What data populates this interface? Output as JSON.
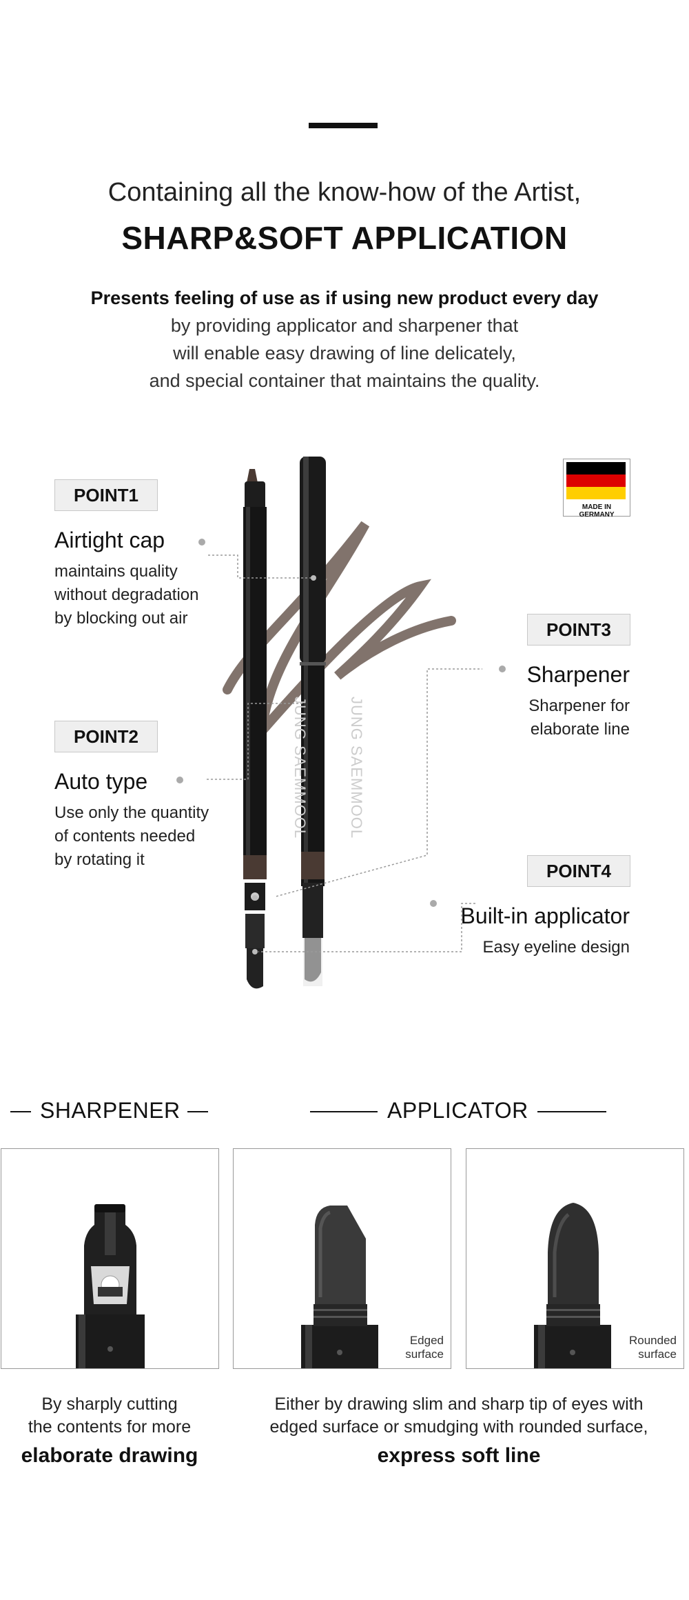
{
  "headline": {
    "line1": "Containing all the know-how of the Artist,",
    "line2": "SHARP&SOFT APPLICATION"
  },
  "intro": {
    "bold": "Presents feeling of use as if using new product every day",
    "lines": [
      "by providing applicator and sharpener that",
      "will enable easy drawing of line delicately,",
      "and special container that maintains the quality."
    ]
  },
  "points": [
    {
      "label": "POINT1",
      "title": "Airtight cap",
      "desc": [
        "maintains quality",
        "without degradation",
        "by blocking out air"
      ]
    },
    {
      "label": "POINT2",
      "title": "Auto type",
      "desc": [
        "Use only the quantity",
        "of contents needed",
        "by rotating it"
      ]
    },
    {
      "label": "POINT3",
      "title": "Sharpener",
      "desc": [
        "Sharpener for",
        "elaborate line"
      ]
    },
    {
      "label": "POINT4",
      "title": "Built-in applicator",
      "desc": [
        "Easy eyeline design"
      ]
    }
  ],
  "product": {
    "brand_text": "JUNG SAEMMOOL",
    "colors": {
      "pencil_body": "#1a1a1a",
      "lead": "#4a3a33",
      "swatch": "#6b5a52"
    }
  },
  "badge": {
    "caption": "MADE IN GERMANY",
    "colors": [
      "#000000",
      "#dd0000",
      "#ffce00"
    ]
  },
  "sections": {
    "sharpener": {
      "title": "SHARPENER",
      "caption": [
        "By sharply cutting",
        "the contents for more"
      ],
      "caption_bold": "elaborate drawing"
    },
    "applicator": {
      "title": "APPLICATOR",
      "caption": [
        "Either by drawing slim and sharp tip of eyes with",
        "edged surface or smudging with rounded surface,"
      ],
      "caption_bold": "express soft line",
      "surfaces": [
        {
          "line1": "Edged",
          "line2": "surface"
        },
        {
          "line1": "Rounded",
          "line2": "surface"
        }
      ]
    }
  }
}
